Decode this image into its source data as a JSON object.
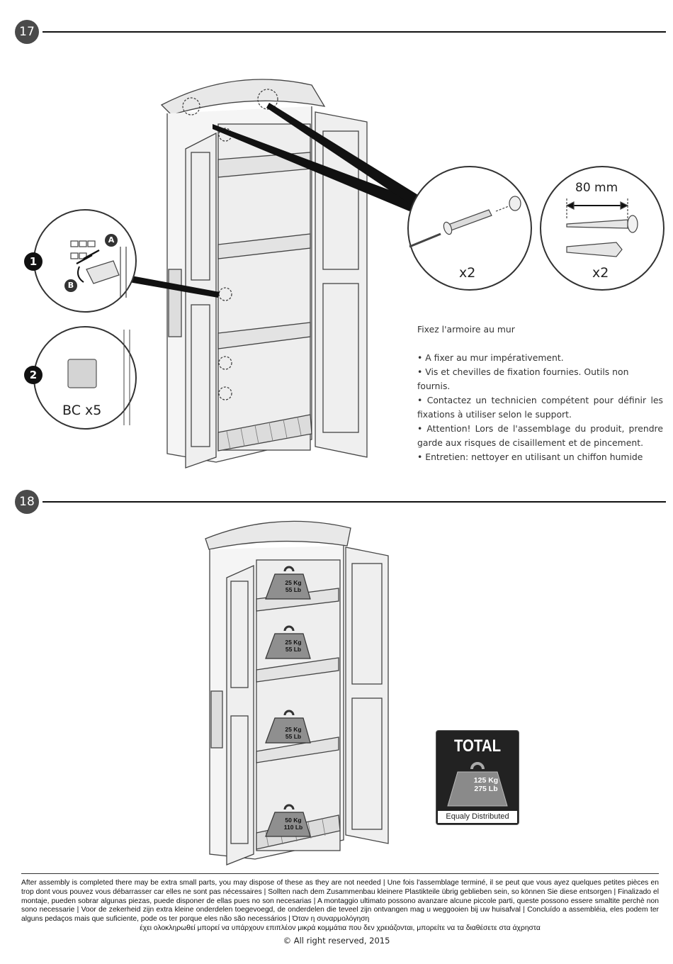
{
  "steps": [
    {
      "number": "17"
    },
    {
      "number": "18"
    }
  ],
  "step17": {
    "callout_sub1": "1",
    "callout_sub2": "2",
    "label_a": "A",
    "label_b": "B",
    "bc_label": "BC x5",
    "screw_qty": "x2",
    "dimension": "80 mm",
    "anchor_qty": "x2",
    "notes": {
      "title": "Fixez l'armoire au mur",
      "bullets": [
        "• A fixer au mur impérativement.",
        "• Vis et chevilles de fixation fournies. Outils non fournis.",
        "• Contactez un technicien compétent pour définir les fixations à utiliser selon le support.",
        "• Attention! Lors de l'assemblage du produit, prendre garde aux risques de cisaillement et de pincement.",
        "• Entretien: nettoyer en utilisant un chiffon humide"
      ]
    }
  },
  "step18": {
    "weights": [
      {
        "kg": "25 Kg",
        "lb": "55 Lb"
      },
      {
        "kg": "25 Kg",
        "lb": "55 Lb"
      },
      {
        "kg": "25 Kg",
        "lb": "55 Lb"
      },
      {
        "kg": "50 Kg",
        "lb": "110 Lb"
      }
    ],
    "total_box": {
      "title": "TOTAL",
      "kg": "125 Kg",
      "lb": "275 Lb",
      "caption": "Equaly Distributed"
    }
  },
  "footer": {
    "line1": "After assembly is completed there may be extra small parts, you may dispose of these as they are not needed | Une fois l'assemblage terminé, il se peut que vous ayez quelques petites pièces en trop dont vous pouvez vous débarrasser car elles ne sont pas nécessaires | Sollten nach dem Zusammenbau kleinere Plastikteile übrig geblieben sein, so können Sie diese entsorgen | Finalizado el montaje, pueden sobrar algunas piezas, puede disponer de ellas pues no son necesarias | A montaggio ultimato possono avanzare alcune piccole parti, queste possono essere smaltite perchè non sono necessarie | Voor de zekerheid zijn extra kleine onderdelen toegevoegd, de onderdelen die teveel zijn ontvangen mag u weggooien bij uw huisafval | Concluído a assembléia, eles podem ter alguns pedaços mais que suficiente, pode os ter porque eles não são necessários | Όταν η συναρμολόγηση",
    "line2": "έχει ολοκληρωθεί μπορεί να υπάρχουν επιπλέον μικρά κομμάτια που δεν χρειάζονται, μπορείτε να τα διαθέσετε στα άχρηστα",
    "copyright": "© All right reserved, 2015"
  }
}
